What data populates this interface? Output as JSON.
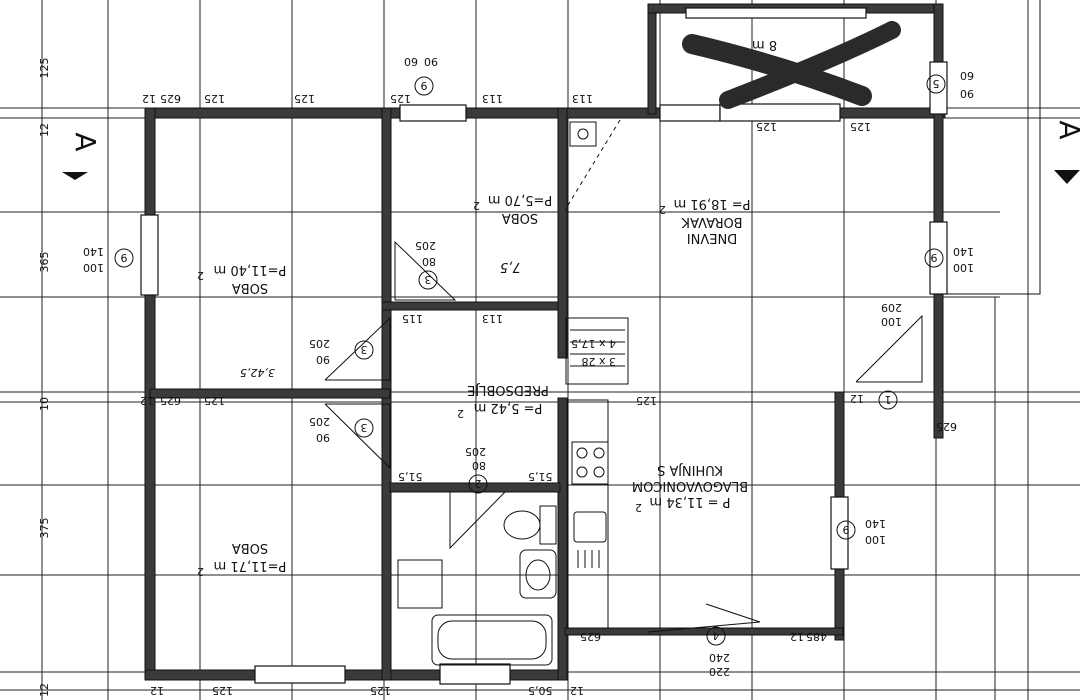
{
  "section_markers": {
    "left": "A",
    "right": "A"
  },
  "rooms": [
    {
      "name": "SOBA",
      "area": "P=11,40 m",
      "exp": "2"
    },
    {
      "name": "SOBA",
      "area": "P=5,70 m",
      "exp": "2"
    },
    {
      "name1": "DNEVNI",
      "name2": "BORAVAK",
      "area": "P= 18,91 m",
      "exp": "2"
    },
    {
      "name": "PREDSOBLJE",
      "area": "P= 5,42 m",
      "exp": "2"
    },
    {
      "name1": "KUHINJA  S",
      "name2": "BLAGOVAONICOM",
      "area": "P = 11,34 m",
      "exp": "2"
    },
    {
      "name": "SOBA",
      "area": "P=11,71 m",
      "exp": "2"
    }
  ],
  "left_dims": [
    "125",
    "12",
    "365",
    "10",
    "375",
    "12"
  ],
  "door_tags": [
    "9",
    "9",
    "9",
    "9",
    "3",
    "3",
    "3",
    "2",
    "1",
    "5",
    "4"
  ],
  "openings": [
    {
      "w": "90",
      "h": "60"
    },
    {
      "w": "90",
      "h": "60"
    },
    {
      "w": "100",
      "h": "140"
    },
    {
      "w": "100",
      "h": "140"
    },
    {
      "w": "100",
      "h": "140"
    },
    {
      "w": "90",
      "h": "205"
    },
    {
      "w": "90",
      "h": "205"
    },
    {
      "w": "80",
      "h": "205"
    },
    {
      "w": "80",
      "h": "205"
    },
    {
      "w": "100",
      "h": "209"
    },
    {
      "w": "220",
      "h": "240"
    }
  ],
  "wall_dims": [
    "625",
    "12",
    "125",
    "125",
    "125",
    "113",
    "113",
    "125",
    "125",
    "115",
    "113",
    "51,5",
    "51,5",
    "12",
    "625",
    "125",
    "125",
    "12",
    "485",
    "625",
    "12",
    "50,5",
    "12",
    "125",
    "125",
    "625",
    "12"
  ],
  "stairs": {
    "a": "3 x 28",
    "b": "4 x 17,5"
  },
  "handwritten": {
    "a": "7,5",
    "b": "3,42,5",
    "c": "8 m"
  }
}
